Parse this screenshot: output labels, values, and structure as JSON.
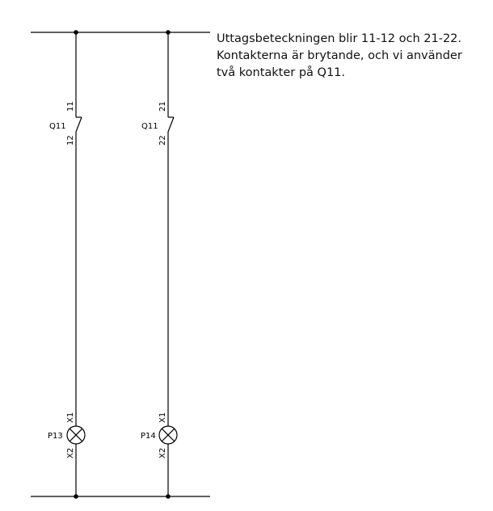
{
  "description": {
    "lines": [
      "Uttagsbeteckningen blir 11-12 och 21-22.",
      "Kontakterna är brytande, och vi använder",
      "två kontakter på Q11."
    ]
  },
  "circuits": [
    {
      "contact": {
        "device": "Q11",
        "terminal_top": "11",
        "terminal_bottom": "12"
      },
      "lamp": {
        "device": "P13",
        "terminal_top": "X1",
        "terminal_bottom": "X2"
      }
    },
    {
      "contact": {
        "device": "Q11",
        "terminal_top": "21",
        "terminal_bottom": "22"
      },
      "lamp": {
        "device": "P14",
        "terminal_top": "X1",
        "terminal_bottom": "X2"
      }
    }
  ]
}
